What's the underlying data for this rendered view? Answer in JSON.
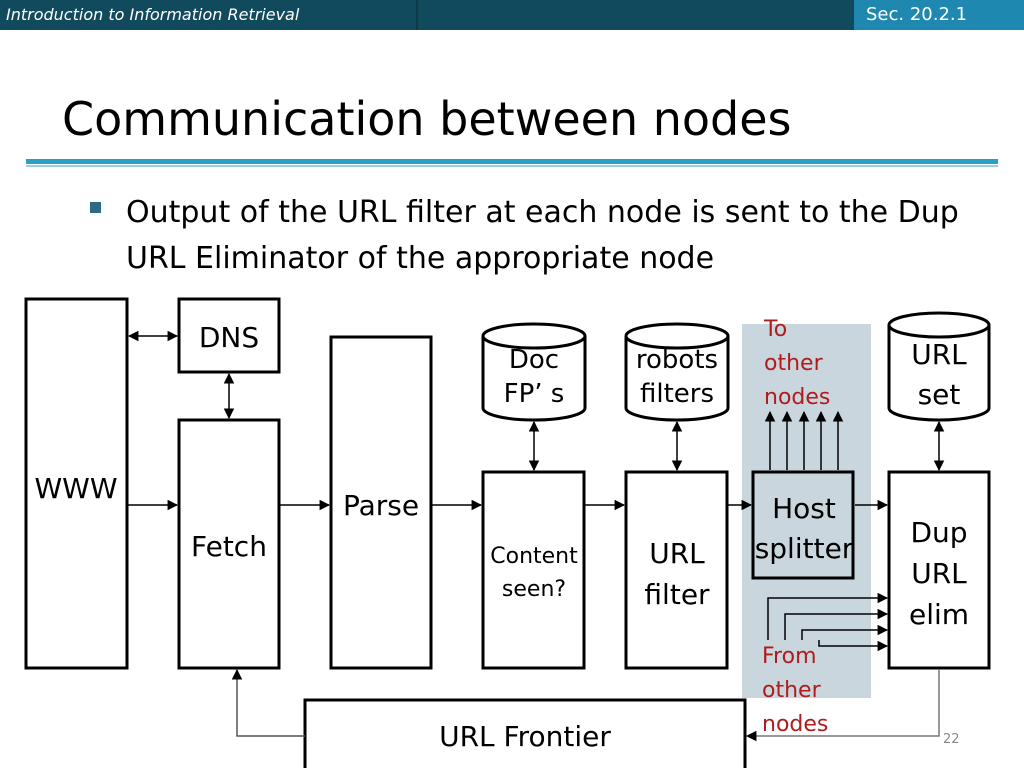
{
  "header": {
    "course": "Introduction to Information Retrieval",
    "section": "Sec. 20.2.1"
  },
  "slide": {
    "title": "Communication between nodes",
    "bullet": "Output of the URL filter at each node is sent to the Dup URL Eliminator of the appropriate node",
    "page_number": "22"
  },
  "diagram": {
    "www": "WWW",
    "dns": "DNS",
    "fetch": "Fetch",
    "parse": "Parse",
    "doc_fps": [
      "Doc",
      "FP’ s"
    ],
    "robots_filters": [
      "robots",
      "filters"
    ],
    "content_seen": [
      "Content",
      "seen?"
    ],
    "url_filter": [
      "URL",
      "filter"
    ],
    "host_splitter": [
      "Host",
      "splitter"
    ],
    "to_other_nodes": [
      "To",
      "other",
      "nodes"
    ],
    "from_other_nodes": [
      "From",
      "other",
      "nodes"
    ],
    "url_set": [
      "URL",
      "set"
    ],
    "dup_url_elim": [
      "Dup",
      "URL",
      "elim"
    ],
    "url_frontier": "URL Frontier"
  },
  "colors": {
    "header_bg": "#114a5c",
    "section_bg": "#1e88b0",
    "title_rule": "#29a1c4",
    "highlight": "#c9d6de",
    "annotation_red": "#b01c1c"
  }
}
